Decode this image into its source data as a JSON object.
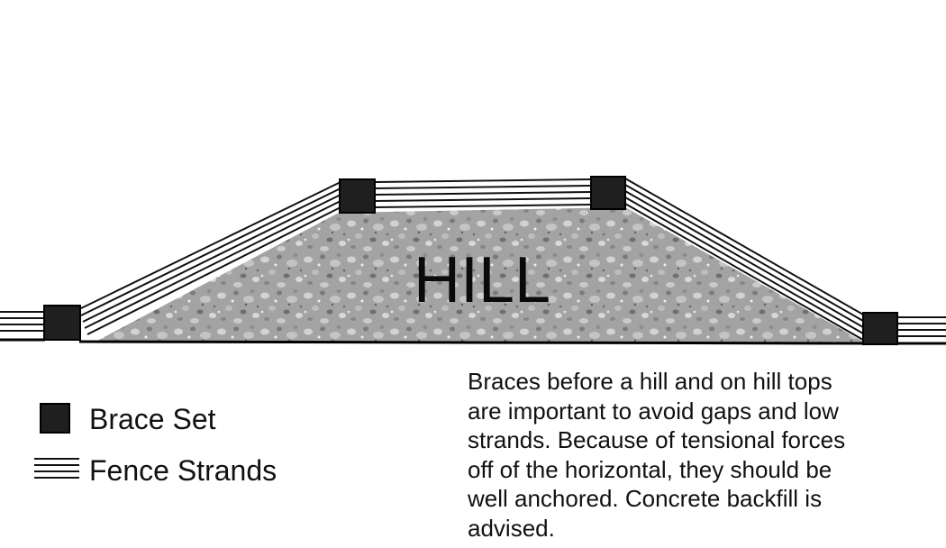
{
  "hill": {
    "label": "HILL"
  },
  "legend": {
    "brace": {
      "icon": "brace-set-square-icon",
      "label": "Brace Set"
    },
    "strands": {
      "icon": "fence-strands-lines-icon",
      "label": "Fence Strands"
    }
  },
  "note": {
    "lines": [
      "Braces before a hill and on hill tops",
      "are important to avoid gaps and low",
      "strands. Because of tensional forces",
      "off of the horizontal, they should be",
      "well anchored. Concrete backfill is",
      "advised."
    ]
  },
  "colors": {
    "brace": "#1f1f1f",
    "hill_fill": "#a3a3a3",
    "strand": "#111111"
  }
}
